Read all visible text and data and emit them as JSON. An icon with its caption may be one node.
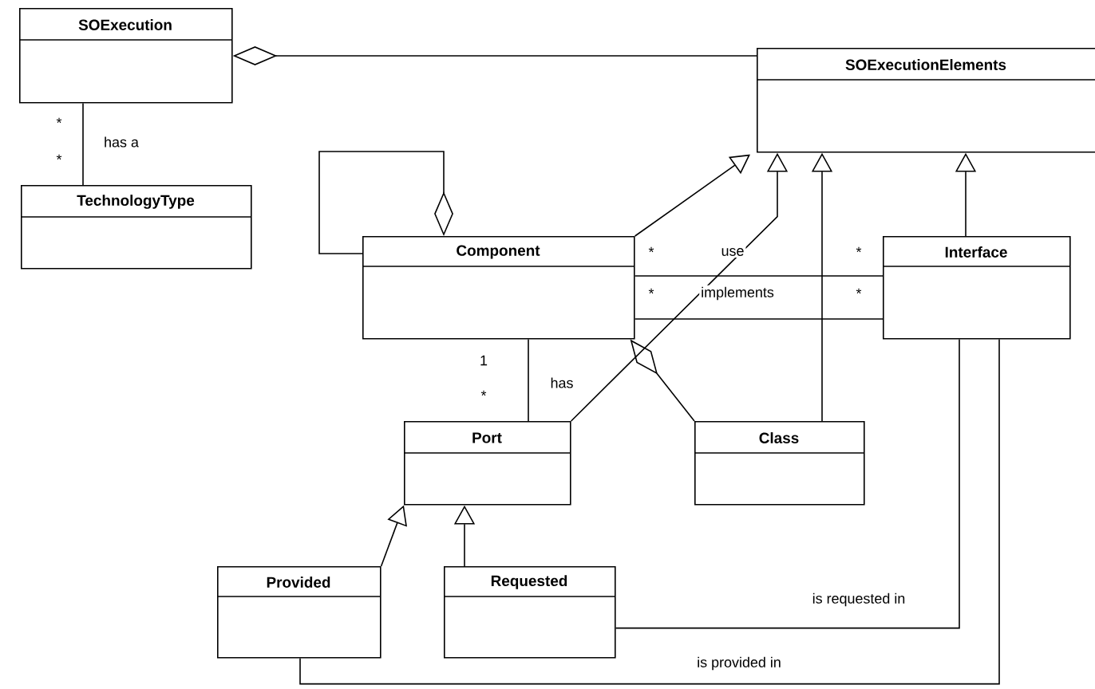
{
  "diagram": {
    "nodes": [
      {
        "text": [
          "SOExecution"
        ]
      },
      {
        "text": [
          "SOExecutionElements"
        ]
      },
      {
        "text": [
          "TechnologyType"
        ]
      },
      {
        "text": [
          "Component"
        ]
      },
      {
        "text": [
          "Interface"
        ]
      },
      {
        "text": [
          "Port"
        ]
      },
      {
        "text": [
          "Class"
        ]
      },
      {
        "text": [
          "Provided"
        ]
      },
      {
        "text": [
          "Requested"
        ]
      }
    ],
    "edges": [
      {
        "from": 0,
        "to": 1,
        "arrow": "other"
      },
      {
        "from": 0,
        "to": 2,
        "arrow": "none",
        "label": "has a"
      },
      {
        "from": 3,
        "to": 3,
        "arrow": "other"
      },
      {
        "from": 3,
        "to": 1,
        "arrow": "to"
      },
      {
        "from": 5,
        "to": 1,
        "arrow": "to"
      },
      {
        "from": 6,
        "to": 1,
        "arrow": "to"
      },
      {
        "from": 4,
        "to": 1,
        "arrow": "to"
      },
      {
        "from": 3,
        "to": 4,
        "arrow": "none",
        "label": "use"
      },
      {
        "from": 3,
        "to": 4,
        "arrow": "none",
        "label": "implements"
      },
      {
        "from": 3,
        "to": 5,
        "arrow": "none",
        "label": "has"
      },
      {
        "from": 3,
        "to": 6,
        "arrow": "other"
      },
      {
        "from": 7,
        "to": 5,
        "arrow": "to"
      },
      {
        "from": 8,
        "to": 5,
        "arrow": "to"
      },
      {
        "from": 8,
        "to": 4,
        "arrow": "none",
        "label": "is requested in"
      },
      {
        "from": 7,
        "to": 4,
        "arrow": "none",
        "label": "is provided in"
      }
    ],
    "labels": [
      "*",
      "*",
      "*",
      "*",
      "*",
      "*",
      "1",
      "*"
    ]
  }
}
